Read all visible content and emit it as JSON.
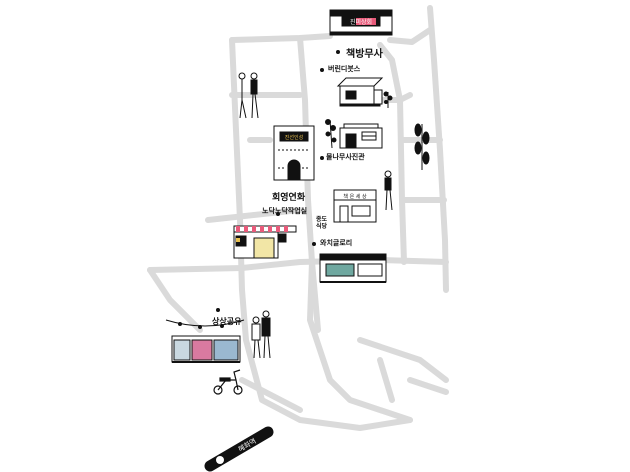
{
  "places": {
    "p1": "책방무사",
    "p2": "버린디붓스",
    "p3": "물나무사진관",
    "p4": "회영연화",
    "p5": "노닥노닥작업실",
    "p6": "종도식당",
    "p7": "와치글로리",
    "p8": "상상공유"
  },
  "signs": {
    "s1": "진미상회",
    "s2": "진선인성",
    "s3": "책 은 세 상"
  },
  "station": {
    "label": "혜화역"
  },
  "colors": {
    "road": "#dadada",
    "ink": "#111111",
    "pink": "#e85a7a"
  }
}
